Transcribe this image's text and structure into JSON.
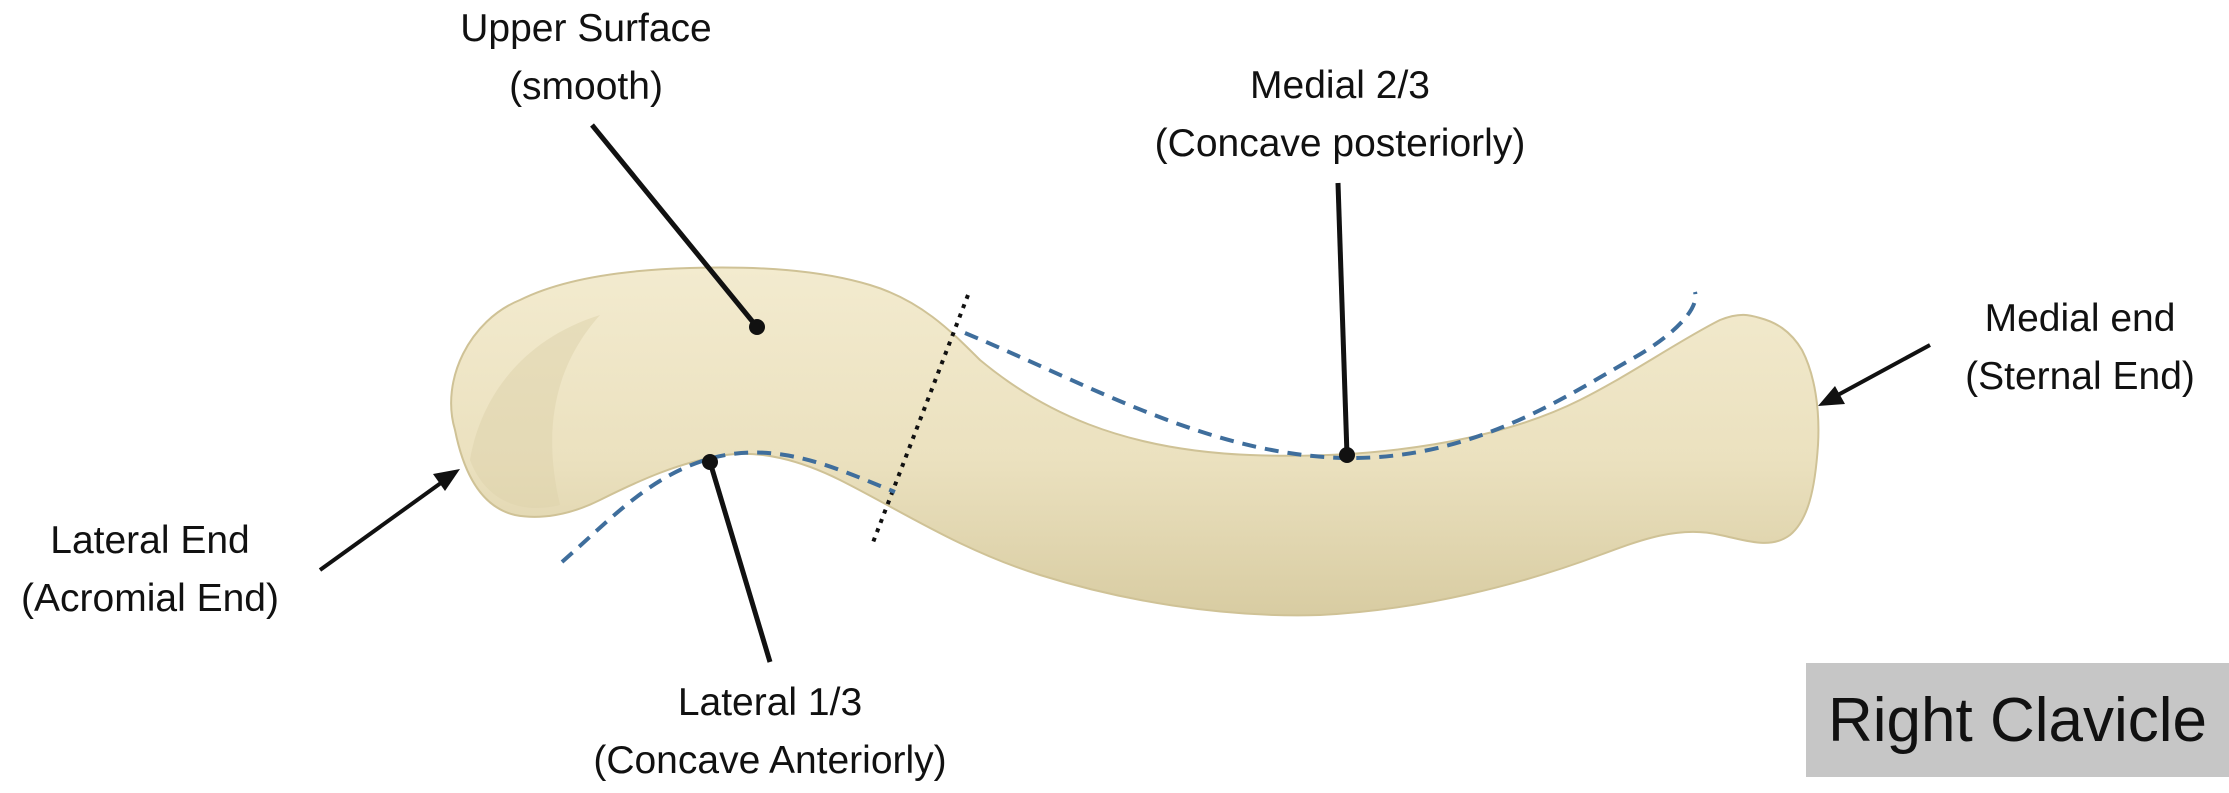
{
  "title": "Right Clavicle",
  "labels": {
    "upper_surface": {
      "line1": "Upper Surface",
      "line2": "(smooth)"
    },
    "medial_two_thirds": {
      "line1": "Medial 2/3",
      "line2": "(Concave posteriorly)"
    },
    "medial_end": {
      "line1": "Medial end",
      "line2": "(Sternal End)"
    },
    "lateral_end": {
      "line1": "Lateral End",
      "line2": "(Acromial End)"
    },
    "lateral_one_third": {
      "line1": "Lateral 1/3",
      "line2": "(Concave Anteriorly)"
    }
  },
  "colors": {
    "bone": "#ede3c2",
    "bone_shadow": "#d9cda4",
    "curve_guide": "#3f6e9c",
    "leader_line": "#111111",
    "title_background": "#c6c6c6"
  }
}
